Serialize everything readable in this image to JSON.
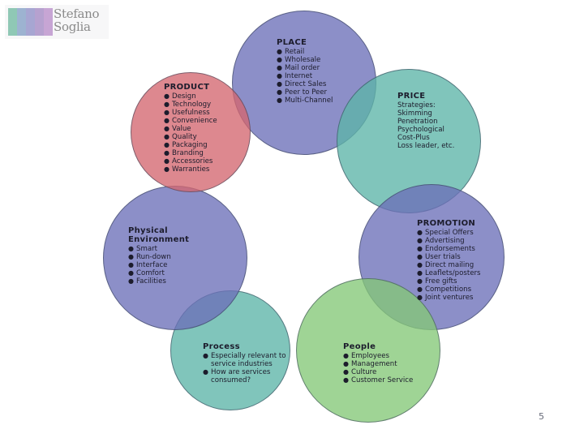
{
  "logo": {
    "text": "Stefano\nSoglia",
    "stripe_colors": [
      "#8fc8b5",
      "#9db3d1",
      "#a7a6d2",
      "#b6a1cf",
      "#c7a5d4"
    ]
  },
  "circles": [
    {
      "id": "place",
      "title": "PLACE",
      "color": "#6b6fb8",
      "items": [
        "Retail",
        "Wholesale",
        "Mail order",
        "Internet",
        "Direct Sales",
        "Peer to Peer",
        "Multi-Channel"
      ]
    },
    {
      "id": "price",
      "title": "PRICE",
      "color": "#5cb5a8",
      "bullets": false,
      "items": [
        "Strategies:",
        "Skimming",
        "Penetration",
        "Psychological",
        "Cost-Plus",
        "Loss leader, etc."
      ]
    },
    {
      "id": "promotion",
      "title": "PROMOTION",
      "color": "#6b6fb8",
      "items": [
        "Special Offers",
        "Advertising",
        "Endorsements",
        "User trials",
        "Direct mailing",
        "Leaflets/posters",
        "Free gifts",
        "Competitions",
        "Joint ventures"
      ]
    },
    {
      "id": "people",
      "title": "People",
      "color": "#84c877",
      "items": [
        "Employees",
        "Management",
        "Culture",
        "Customer Service"
      ]
    },
    {
      "id": "process",
      "title": "Process",
      "color": "#5cb5a8",
      "items": [
        "Especially relevant to\nservice industries",
        "How are services\nconsumed?"
      ]
    },
    {
      "id": "physical",
      "title": "Physical\nEnvironment",
      "color": "#6b6fb8",
      "items": [
        "Smart",
        "Run-down",
        "Interface",
        "Comfort",
        "Facilities"
      ]
    },
    {
      "id": "product",
      "title": "PRODUCT",
      "color": "#d4676f",
      "items": [
        "Design",
        "Technology",
        "Usefulness",
        "Convenience",
        "Value",
        "Quality",
        "Packaging",
        "Branding",
        "Accessories",
        "Warranties"
      ]
    }
  ],
  "bullet_glyph": "●",
  "page_number": "5"
}
